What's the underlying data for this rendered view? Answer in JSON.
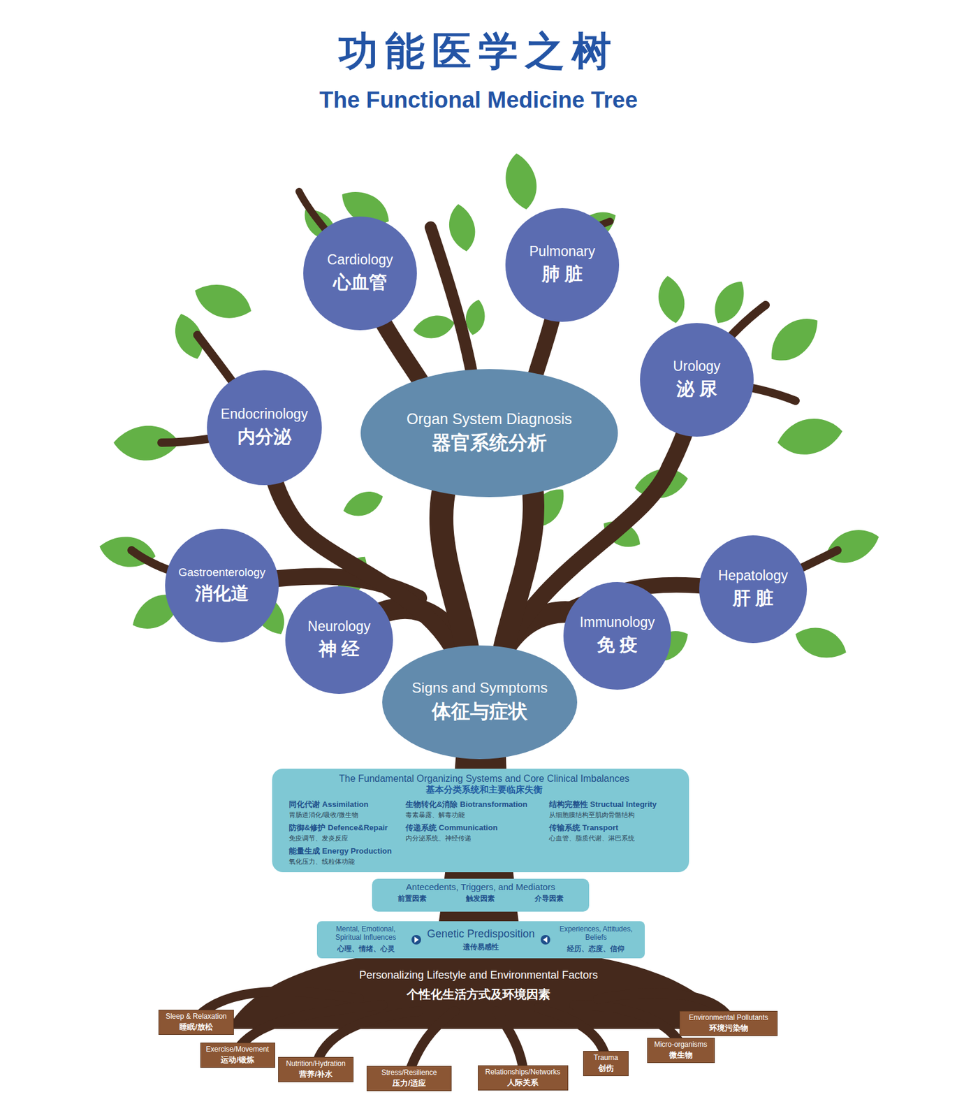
{
  "diagram": {
    "title": "功能医学之树",
    "nodes": [
      {
        "text": [
          "Cardiology",
          "心血管"
        ]
      },
      {
        "text": [
          "Pulmonary",
          "肺 脏"
        ]
      },
      {
        "text": [
          "Urology",
          "泌 尿"
        ]
      },
      {
        "text": [
          "Endocrinology",
          "内分泌"
        ]
      },
      {
        "text": [
          "Organ System Diagnosis",
          "器官系统分析"
        ]
      },
      {
        "text": [
          "Gastroenterology",
          "消化道"
        ]
      },
      {
        "text": [
          "Neurology",
          "神 经"
        ]
      },
      {
        "text": [
          "Immunology",
          "免 疫"
        ]
      },
      {
        "text": [
          "Hepatology",
          "肝 脏"
        ]
      },
      {
        "text": [
          "Signs and Symptoms",
          "体征与症状"
        ]
      },
      {
        "text": [
          "The Fundamental Organizing Systems and Core Clinical Imbalances",
          "基本分类系统和主要临床失衡",
          "同化代谢 Assimilation",
          "胃肠道消化/吸收/微生物",
          "生物转化&消除 Biotransformation",
          "毒素暴露、解毒功能",
          "结构完整性 Structual Integrity",
          "从细胞膜结构至肌肉骨骼结构",
          "防御&修护 Defence&Repair",
          "免疫调节、发炎反应",
          "传递系统 Communication",
          "内分泌系统、神经传递",
          "传输系统 Transport",
          "心血管、脂质代谢、淋巴系统",
          "能量生成 Energy Production",
          "氧化压力、线粒体功能"
        ]
      },
      {
        "text": [
          "Antecedents, Triggers, and Mediators",
          "前置因素",
          "触发因素",
          "介导因素"
        ]
      },
      {
        "text": [
          "Mental, Emotional, Spiritual Influences",
          "心理、情绪、心灵",
          "Genetic Predisposition",
          "遗传易感性",
          "Experiences, Attitudes, Beliefs",
          "经历、态度、信仰"
        ]
      },
      {
        "text": [
          "Sleep & Relaxation",
          "睡眠/放松"
        ]
      },
      {
        "text": [
          "Exercise/Movement",
          "运动/锻炼"
        ]
      },
      {
        "text": [
          "Nutrition/Hydration",
          "营养/补水"
        ]
      },
      {
        "text": [
          "Stress/Resilience",
          "压力/适应"
        ]
      },
      {
        "text": [
          "Relationships/Networks",
          "人际关系"
        ]
      },
      {
        "text": [
          "Trauma",
          "创伤"
        ]
      },
      {
        "text": [
          "Micro-organisms",
          "微生物"
        ]
      },
      {
        "text": [
          "Environmental Pollutants",
          "环境污染物"
        ]
      }
    ],
    "labels": [
      "The Functional Medicine Tree",
      "Personalizing Lifestyle and Environmental Factors",
      "个性化生活方式及环境因素"
    ]
  }
}
